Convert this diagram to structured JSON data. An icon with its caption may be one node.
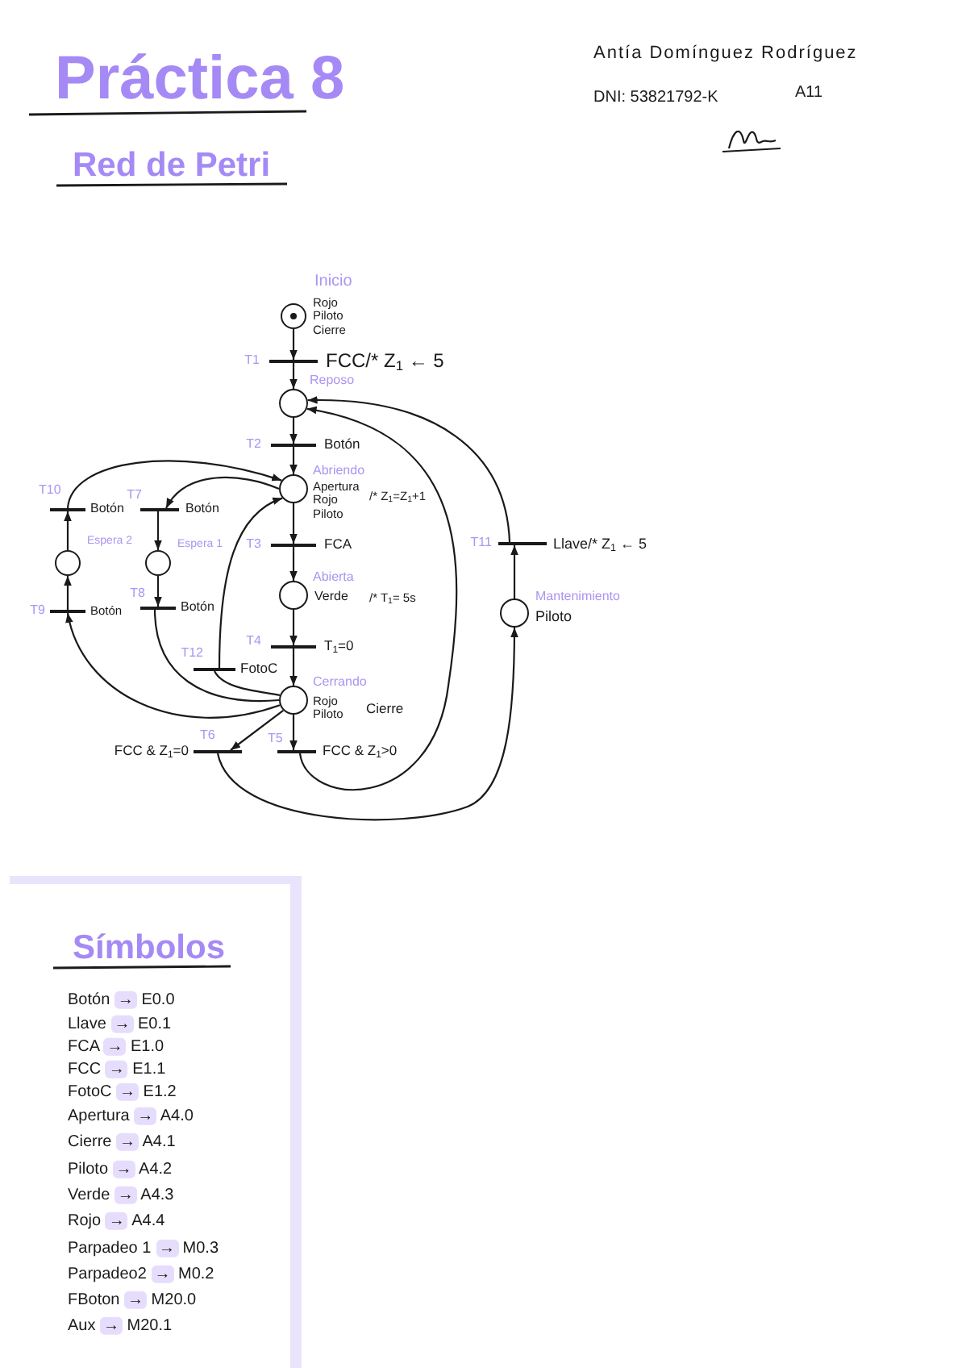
{
  "diagram": {
    "title": "Práctica 8",
    "nodes": [
      {
        "text": [
          "Inicio"
        ],
        "beside": [
          "Rojo Piloto Cierre"
        ]
      },
      {
        "text": [
          "T1"
        ],
        "beside": [
          "FCC/* Z$_{1}$ ← 5"
        ]
      },
      {
        "text": [
          "Reposo"
        ]
      },
      {
        "text": [
          "T2"
        ],
        "beside": [
          "Botón"
        ]
      },
      {
        "text": [
          "Abriendo"
        ],
        "beside": [
          "Apertura Rojo Piloto",
          "/* Z$_{1}$=Z$_{1}$+1"
        ]
      },
      {
        "text": [
          "T10"
        ],
        "beside": [
          "Botón"
        ]
      },
      {
        "text": [
          "T7"
        ],
        "beside": [
          "Botón"
        ]
      },
      {
        "text": [
          "T11"
        ],
        "beside": [
          "Llave/* Z$_{1}$ ← 5"
        ]
      },
      {
        "text": [
          "T3"
        ],
        "beside": [
          "FCA"
        ]
      },
      {
        "text": [
          "Espera 2"
        ]
      },
      {
        "text": [
          "Espera 1"
        ]
      },
      {
        "text": [
          "Abierta"
        ],
        "beside": [
          "Verde",
          "/* T$_{1}$= 5s"
        ]
      },
      {
        "text": [
          "T9"
        ],
        "beside": [
          "Botón"
        ]
      },
      {
        "text": [
          "T8"
        ],
        "beside": [
          "Botón"
        ]
      },
      {
        "text": [
          "Mantenimiento"
        ],
        "beside": [
          "Piloto"
        ]
      },
      {
        "text": [
          "T4"
        ],
        "beside": [
          "T$_{1}$=0"
        ]
      },
      {
        "text": [
          "T12"
        ],
        "beside": [
          "FotoC"
        ]
      },
      {
        "text": [
          "Cerrando"
        ],
        "beside": [
          "Rojo Piloto",
          "Cierre"
        ]
      },
      {
        "text": [
          "T6"
        ],
        "beside": [
          "FCC & Z$_{1}$=0"
        ]
      },
      {
        "text": [
          "T5"
        ],
        "beside": [
          "FCC & Z$_{1}$>0"
        ]
      }
    ],
    "edges": [
      {
        "from": 0,
        "to": 1,
        "arrow": "to"
      },
      {
        "from": 1,
        "to": 2,
        "arrow": "to"
      },
      {
        "from": 2,
        "to": 3,
        "arrow": "to"
      },
      {
        "from": 3,
        "to": 4,
        "arrow": "to"
      },
      {
        "from": 4,
        "to": 8,
        "arrow": "to"
      },
      {
        "from": 8,
        "to": 11,
        "arrow": "to"
      },
      {
        "from": 11,
        "to": 15,
        "arrow": "to"
      },
      {
        "from": 15,
        "to": 17,
        "arrow": "to"
      },
      {
        "from": 17,
        "to": 19,
        "arrow": "to"
      },
      {
        "from": 19,
        "to": 2,
        "arrow": "to"
      },
      {
        "from": 17,
        "to": 18,
        "arrow": "to"
      },
      {
        "from": 18,
        "to": 14,
        "arrow": "to"
      },
      {
        "from": 14,
        "to": 7,
        "arrow": "to"
      },
      {
        "from": 7,
        "to": 2,
        "arrow": "to"
      },
      {
        "from": 4,
        "to": 6,
        "arrow": "to"
      },
      {
        "from": 6,
        "to": 10,
        "arrow": "to"
      },
      {
        "from": 10,
        "to": 13,
        "arrow": "to"
      },
      {
        "from": 13,
        "to": 17,
        "arrow": "none"
      },
      {
        "from": 17,
        "to": 12,
        "arrow": "to"
      },
      {
        "from": 12,
        "to": 9,
        "arrow": "to"
      },
      {
        "from": 9,
        "to": 5,
        "arrow": "to"
      },
      {
        "from": 5,
        "to": 4,
        "arrow": "to"
      },
      {
        "from": 17,
        "to": 16,
        "arrow": "none"
      },
      {
        "from": 16,
        "to": 4,
        "arrow": "to"
      }
    ],
    "labels": [
      "Red de Petri",
      "Antía Domínguez Rodríguez",
      "DNI: 53821792-K",
      "A11",
      "Símbolos",
      "Botón → E0.0",
      "Llave → E0.1",
      "FCA → E1.0",
      "FCC → E1.1",
      "FotoC → E1.2",
      "Apertura → A4.0",
      "Cierre → A4.1",
      "Piloto → A4.2",
      "Verde → A4.3",
      "Rojo → A4.4",
      "Parpadeo 1 → M0.3",
      "Parpadeo2 → M0.2",
      "FBoton → M20.0",
      "Aux → M20.1"
    ]
  }
}
